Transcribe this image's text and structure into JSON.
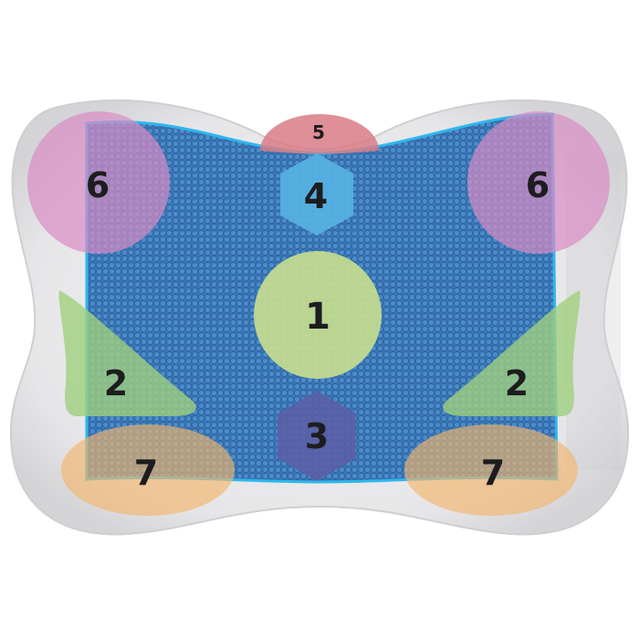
{
  "diagram": {
    "zones": [
      {
        "id": "1",
        "label": "1",
        "shape": "circle",
        "color": "#c6dc8f"
      },
      {
        "id": "2-left",
        "label": "2",
        "shape": "triangle",
        "color": "#9fd07e"
      },
      {
        "id": "2-right",
        "label": "2",
        "shape": "triangle",
        "color": "#9fd07e"
      },
      {
        "id": "3",
        "label": "3",
        "shape": "hexagon",
        "color": "#5b5fa6"
      },
      {
        "id": "4",
        "label": "4",
        "shape": "hexagon",
        "color": "#56b4e3"
      },
      {
        "id": "5",
        "label": "5",
        "shape": "half-circle",
        "color": "#d97b86"
      },
      {
        "id": "6-left",
        "label": "6",
        "shape": "circle",
        "color": "#d98bc4"
      },
      {
        "id": "6-right",
        "label": "6",
        "shape": "circle",
        "color": "#d98bc4"
      },
      {
        "id": "7-left",
        "label": "7",
        "shape": "ellipse",
        "color": "#f2b56b"
      },
      {
        "id": "7-right",
        "label": "7",
        "shape": "ellipse",
        "color": "#f2b56b"
      }
    ],
    "colors": {
      "pillow": "#e4e4e6",
      "mesh": "#3f7fc0",
      "mesh_edge": "#2fb6ec"
    }
  }
}
